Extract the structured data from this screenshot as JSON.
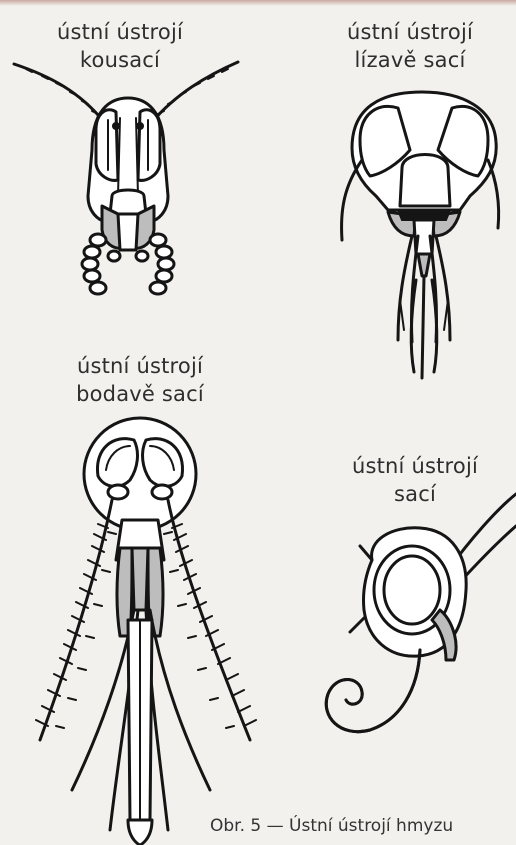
{
  "labels": {
    "kousaci": [
      "ústní ústrojí",
      "kousací"
    ],
    "lizave": [
      "ústní ústrojí",
      "lízavě sací"
    ],
    "bodave": [
      "ústní ústrojí",
      "bodavě sací"
    ],
    "saci": [
      "ústní ústrojí",
      "sací"
    ]
  },
  "caption": "Obr. 5 — Ústní ústrojí hmyzu",
  "colors": {
    "line": "#151515",
    "fill_grey": "#bdbdbd",
    "background": "#f2f1ee"
  }
}
